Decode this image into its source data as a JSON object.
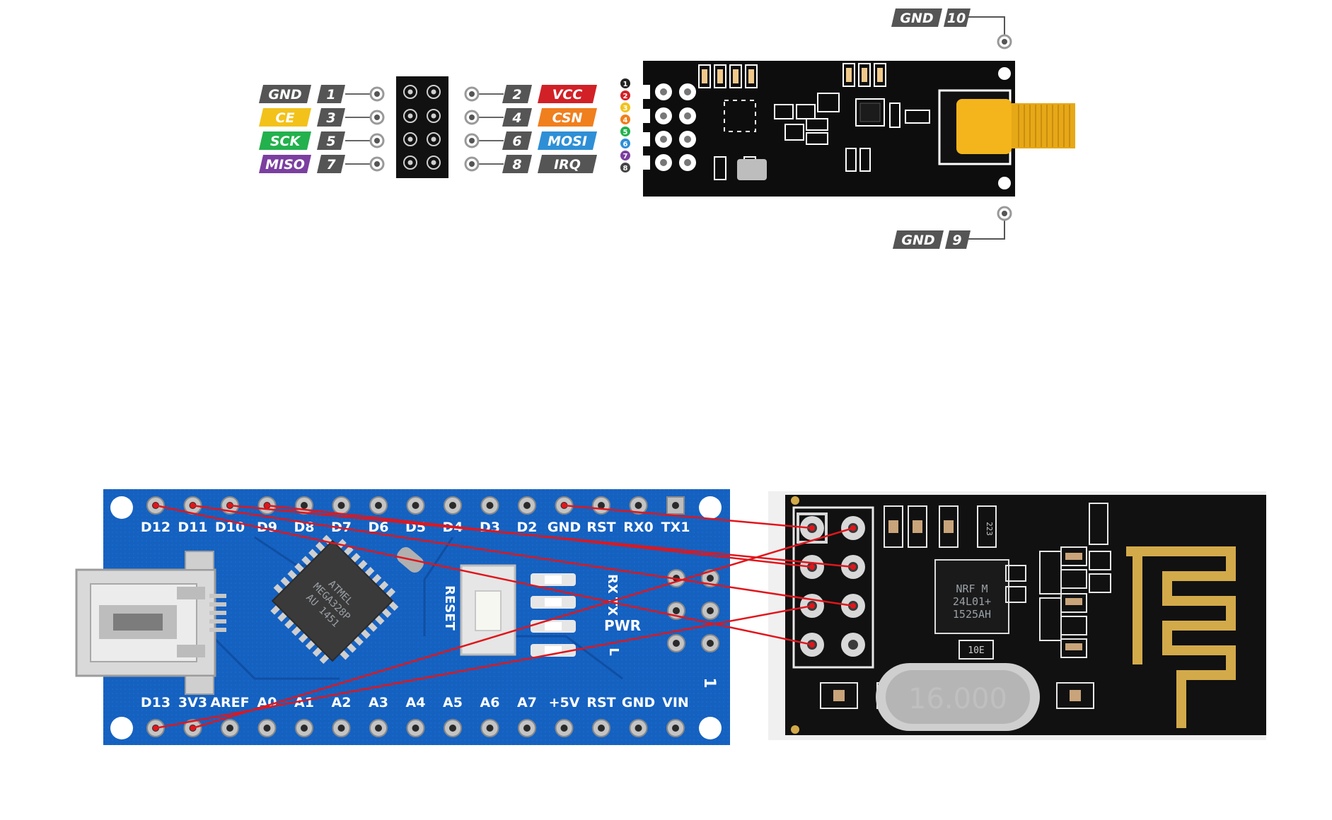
{
  "colors": {
    "pin_tag": "#555555",
    "ce": "#f2c21b",
    "sck": "#23b14d",
    "miso": "#7b3fa0",
    "vcc": "#d22027",
    "csn": "#f07f1e",
    "mosi": "#2e8fd6",
    "irq": "#555555",
    "gnd": "#555555",
    "wire": "#e0161c",
    "nano_pcb": "#1561c0",
    "module_pcb": "#111111"
  },
  "pinout": {
    "left": [
      {
        "label": "GND",
        "num": "1",
        "color": "gnd"
      },
      {
        "label": "CE",
        "num": "3",
        "color": "ce"
      },
      {
        "label": "SCK",
        "num": "5",
        "color": "sck"
      },
      {
        "label": "MISO",
        "num": "7",
        "color": "miso"
      }
    ],
    "right": [
      {
        "label": "VCC",
        "num": "2",
        "color": "vcc"
      },
      {
        "label": "CSN",
        "num": "4",
        "color": "csn"
      },
      {
        "label": "MOSI",
        "num": "6",
        "color": "mosi"
      },
      {
        "label": "IRQ",
        "num": "8",
        "color": "irq"
      }
    ],
    "top_gnd": {
      "label": "GND",
      "num": "10"
    },
    "bottom_gnd": {
      "label": "GND",
      "num": "9"
    },
    "index_numbers": [
      "1",
      "2",
      "3",
      "4",
      "5",
      "6",
      "7",
      "8"
    ],
    "index_colors": [
      "#222222",
      "#d22027",
      "#f2c21b",
      "#f07f1e",
      "#23b14d",
      "#2e8fd6",
      "#7b3fa0",
      "#444444"
    ]
  },
  "nano": {
    "top_pins": [
      "D12",
      "D11",
      "D10",
      "D9",
      "D8",
      "D7",
      "D6",
      "D5",
      "D4",
      "D3",
      "D2",
      "GND",
      "RST",
      "RX0",
      "TX1"
    ],
    "bottom_pins": [
      "D13",
      "3V3",
      "AREF",
      "A0",
      "A1",
      "A2",
      "A3",
      "A4",
      "A5",
      "A6",
      "A7",
      "+5V",
      "RST",
      "GND",
      "VIN"
    ],
    "chip_lines": [
      "ATMEL",
      "MEGA328P",
      "AU 1451"
    ],
    "reset_label": "RESET",
    "led_labels": [
      "RX",
      "TX",
      "PWR",
      "L"
    ],
    "corner_mark": "1"
  },
  "module": {
    "chip_lines": [
      "NRF M",
      "24L01+",
      "1525AH"
    ],
    "crystal": "16.000",
    "small_labels": [
      "223",
      "10E"
    ]
  },
  "wiring": [
    {
      "from": "D12",
      "to": "pin-7"
    },
    {
      "from": "D11",
      "to": "pin-6"
    },
    {
      "from": "D10",
      "to": "pin-4"
    },
    {
      "from": "D9",
      "to": "pin-3"
    },
    {
      "from": "D13",
      "to": "pin-5"
    },
    {
      "from": "3V3",
      "to": "pin-2"
    },
    {
      "from": "GND",
      "to": "pin-1"
    }
  ]
}
